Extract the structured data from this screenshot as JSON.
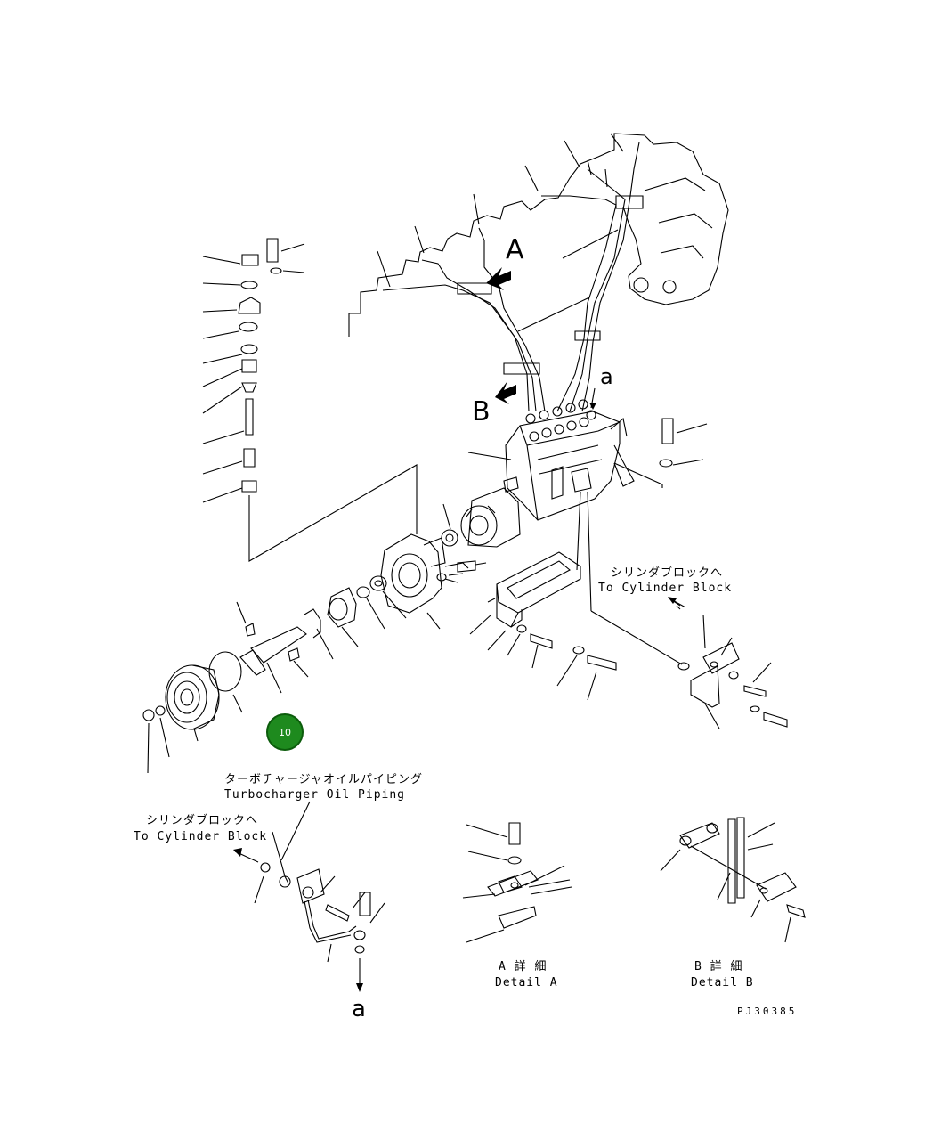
{
  "diagram": {
    "view_letters": {
      "view_a": "A",
      "view_b": "B",
      "connector_top": "a",
      "connector_bottom": "a"
    },
    "callout_number": "10",
    "labels": {
      "cyl_block_right_jp": "シリンダブロックへ",
      "cyl_block_right_en": "To Cylinder Block",
      "turbo_jp": "ターボチャージャオイルパイピング",
      "turbo_en": "Turbocharger Oil Piping",
      "cyl_block_left_jp": "シリンダブロックへ",
      "cyl_block_left_en": "To Cylinder Block",
      "detail_a_jp": "A 詳 細",
      "detail_a_en": "Detail A",
      "detail_b_jp": "B 詳 細",
      "detail_b_en": "Detail B",
      "drawing_code": "PJ30385"
    },
    "colors": {
      "line": "#000000",
      "callout_fill": "#1e8a1e",
      "callout_text": "#ffffff"
    }
  }
}
